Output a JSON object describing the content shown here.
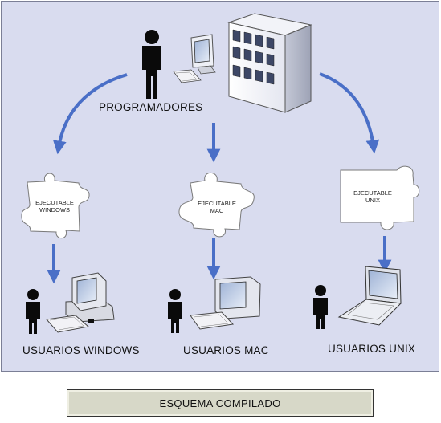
{
  "labels": {
    "programmers": "PROGRAMADORES",
    "users_windows": "USUARIOS WINDOWS",
    "users_mac": "USUARIOS MAC",
    "users_unix": "USUARIOS UNIX"
  },
  "pieces": {
    "windows": {
      "line1": "EJECUTABLE",
      "line2": "WINDOWS"
    },
    "mac": {
      "line1": "EJECUTABLE",
      "line2": "MAC"
    },
    "unix": {
      "line1": "EJECUTABLE",
      "line2": "UNIX"
    }
  },
  "caption": "ESQUEMA COMPILADO",
  "colors": {
    "background": "#d9dcef",
    "arrow": "#4a6fc7",
    "person": "#0a0a0a",
    "caption_bg": "#d7d8c8"
  },
  "icons": [
    "person-icon",
    "building-icon",
    "desktop-computer-icon",
    "puzzle-piece-icon",
    "mac-computer-icon",
    "laptop-icon",
    "arrow-icon"
  ]
}
